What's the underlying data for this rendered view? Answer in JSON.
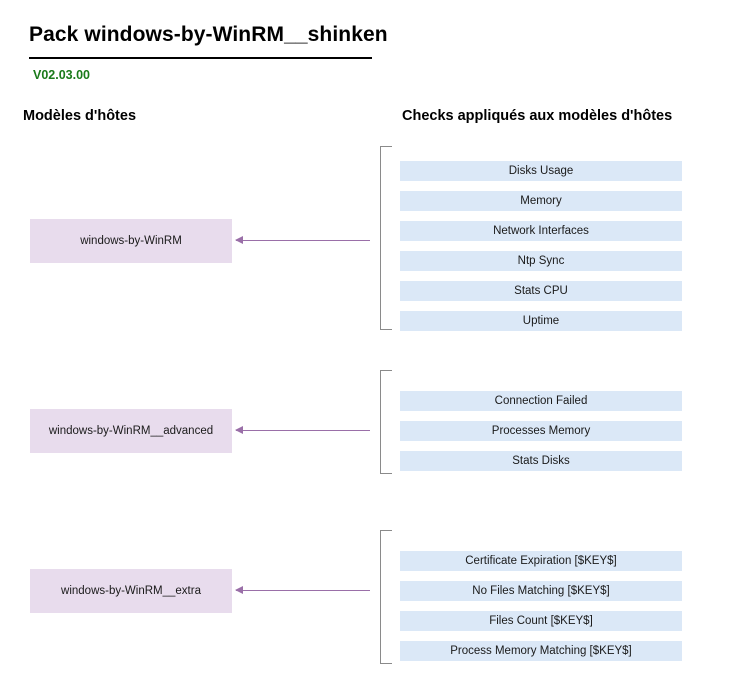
{
  "header": {
    "title": "Pack windows-by-WinRM__shinken",
    "version": "V02.03.00"
  },
  "columns": {
    "left_header": "Modèles d'hôtes",
    "right_header": "Checks appliqués aux modèles d'hôtes"
  },
  "groups": [
    {
      "template": "windows-by-WinRM",
      "checks": [
        "Disks Usage",
        "Memory",
        "Network Interfaces",
        "Ntp Sync",
        "Stats CPU",
        "Uptime"
      ]
    },
    {
      "template": "windows-by-WinRM__advanced",
      "checks": [
        "Connection Failed",
        "Processes Memory",
        "Stats Disks"
      ]
    },
    {
      "template": "windows-by-WinRM__extra",
      "checks": [
        "Certificate Expiration [$KEY$]",
        "No Files Matching [$KEY$]",
        "Files Count [$KEY$]",
        "Process Memory Matching [$KEY$]"
      ]
    }
  ],
  "colors": {
    "template_box": "#e8dced",
    "check_box": "#dbe8f7",
    "arrow": "#9a6fa8",
    "version_text": "#1a7a1a",
    "bracket": "#8a8a8a"
  }
}
